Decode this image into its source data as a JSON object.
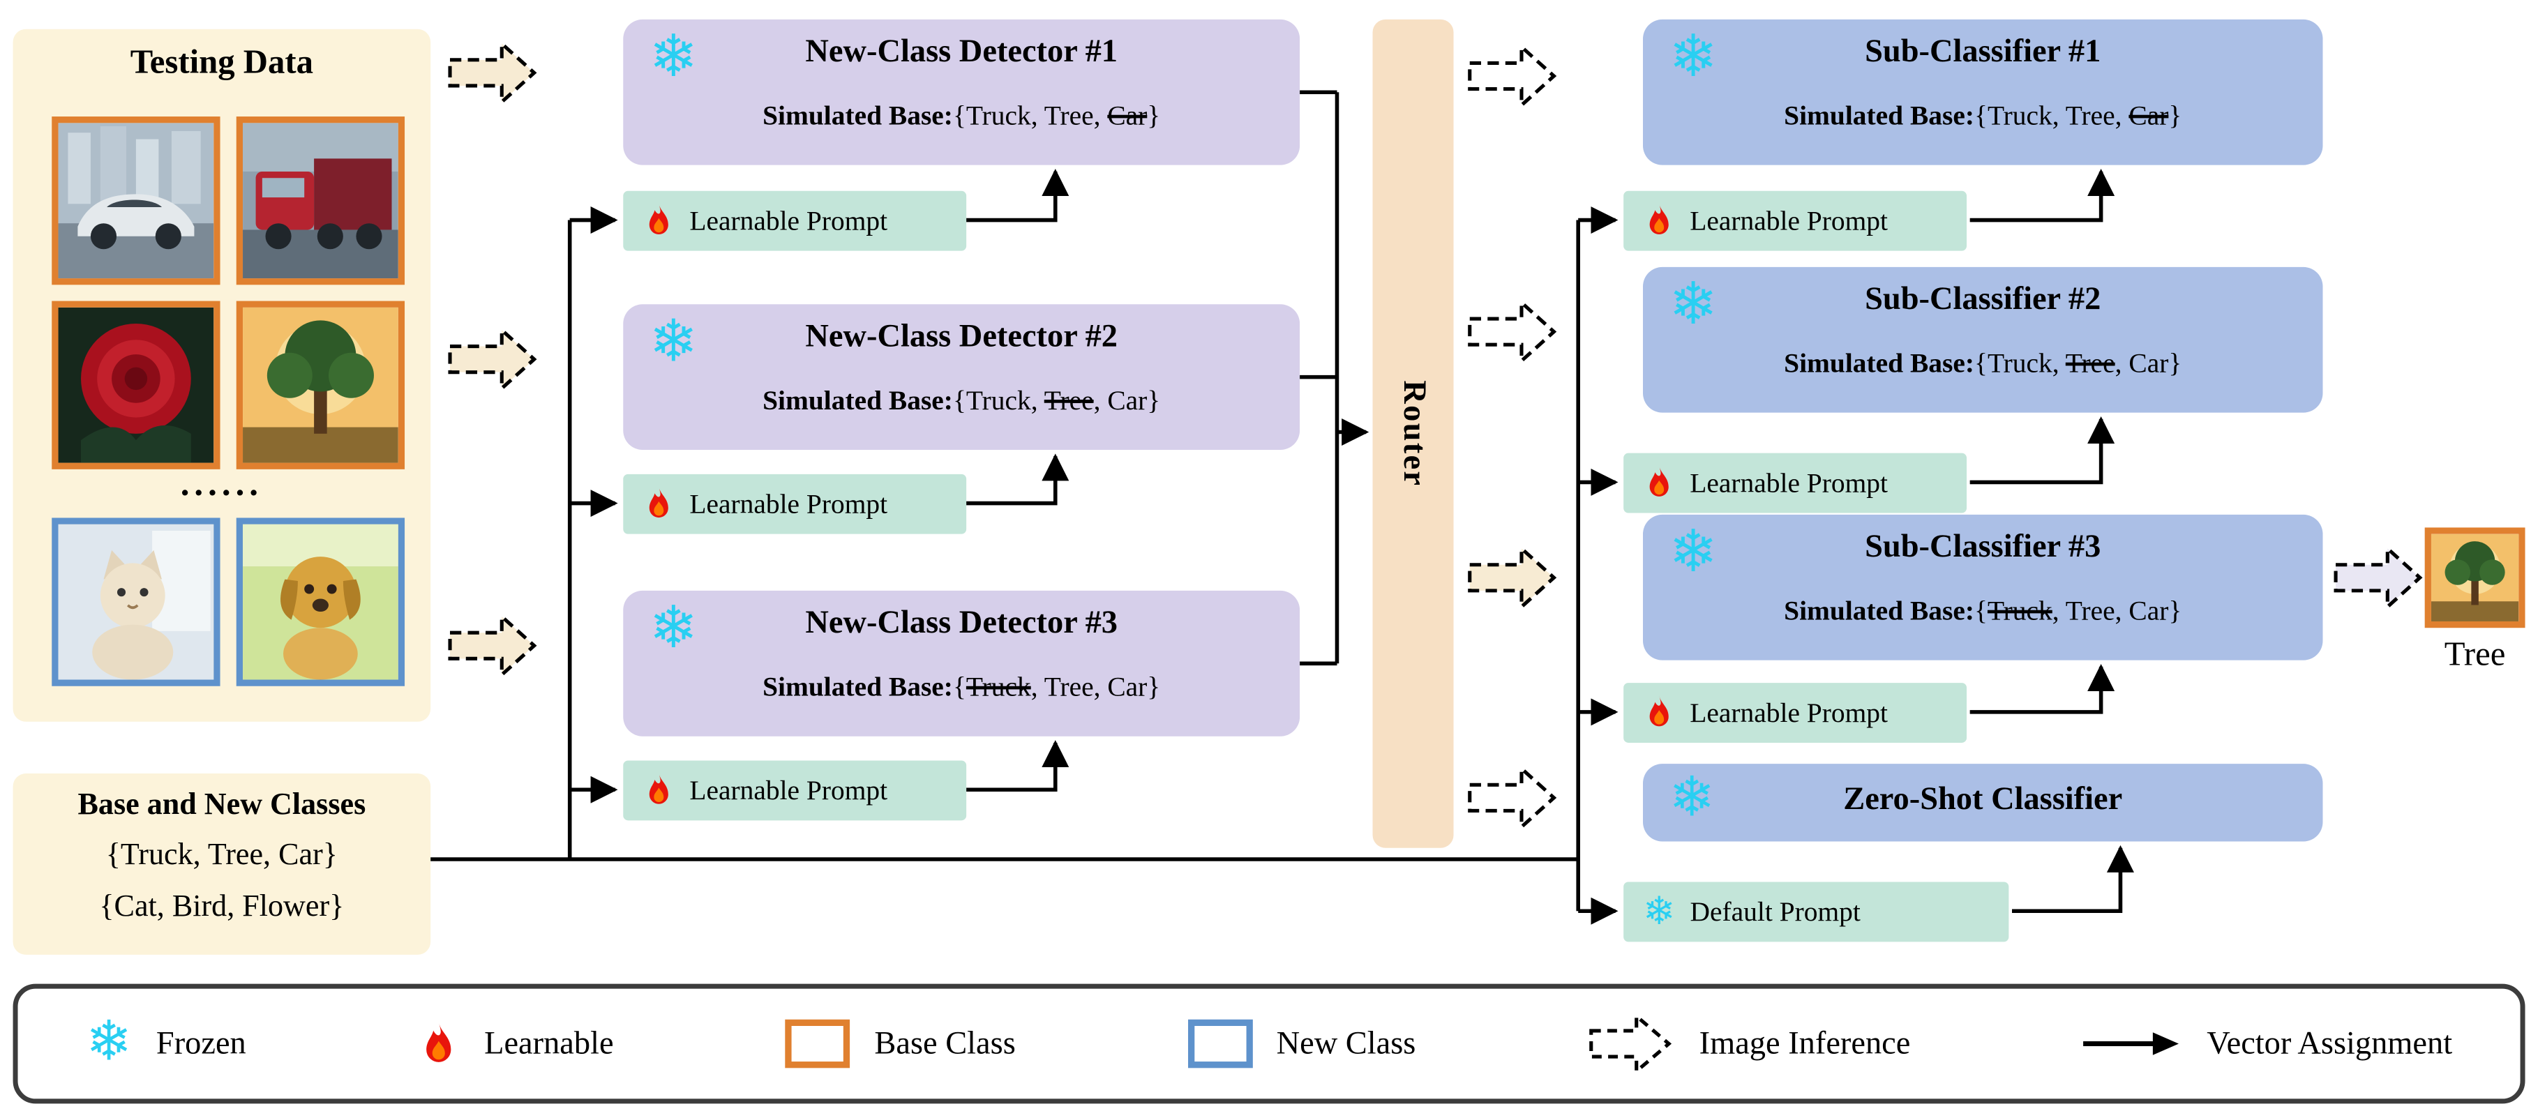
{
  "icons": {
    "frozen_snowflake": "❄"
  },
  "colors": {
    "cream_box": "#FCF3DA",
    "detector_box": "#D6CFEA",
    "prompt_box": "#C3E5D9",
    "router_box": "#F7E0C4",
    "classifier_box": "#ABBFE6",
    "base_class_border": "#E0802F",
    "new_class_border": "#5E92CC",
    "snowflake": "#29CFF2",
    "flame": "#E8150C"
  },
  "testing_data": {
    "title": "Testing Data",
    "dots": "......",
    "images": [
      {
        "name": "car",
        "class_type": "base"
      },
      {
        "name": "truck",
        "class_type": "base"
      },
      {
        "name": "rose",
        "class_type": "base"
      },
      {
        "name": "tree",
        "class_type": "base"
      },
      {
        "name": "cat",
        "class_type": "new"
      },
      {
        "name": "dog",
        "class_type": "new"
      }
    ]
  },
  "classes_box": {
    "title": "Base and New Classes",
    "base_classes": "{Truck, Tree, Car}",
    "new_classes": "{Cat, Bird, Flower}"
  },
  "detectors": [
    {
      "title": "New-Class Detector #1",
      "sim_label": "Simulated Base:",
      "items": [
        "Truck",
        "Tree",
        "Car"
      ],
      "struck": "Car",
      "prompt": "Learnable Prompt"
    },
    {
      "title": "New-Class Detector #2",
      "sim_label": "Simulated Base:",
      "items": [
        "Truck",
        "Tree",
        "Car"
      ],
      "struck": "Tree",
      "prompt": "Learnable Prompt"
    },
    {
      "title": "New-Class Detector #3",
      "sim_label": "Simulated Base:",
      "items": [
        "Truck",
        "Tree",
        "Car"
      ],
      "struck": "Truck",
      "prompt": "Learnable Prompt"
    }
  ],
  "router": {
    "label": "Router"
  },
  "classifiers": [
    {
      "title": "Sub-Classifier #1",
      "sim_label": "Simulated Base:",
      "items": [
        "Truck",
        "Tree",
        "Car"
      ],
      "struck": "Car",
      "prompt": "Learnable Prompt"
    },
    {
      "title": "Sub-Classifier #2",
      "sim_label": "Simulated Base:",
      "items": [
        "Truck",
        "Tree",
        "Car"
      ],
      "struck": "Tree",
      "prompt": "Learnable Prompt"
    },
    {
      "title": "Sub-Classifier #3",
      "sim_label": "Simulated Base:",
      "items": [
        "Truck",
        "Tree",
        "Car"
      ],
      "struck": "Truck",
      "prompt": "Learnable Prompt"
    },
    {
      "title": "Zero-Shot Classifier",
      "prompt": "Default Prompt"
    }
  ],
  "output": {
    "label": "Tree"
  },
  "legend": {
    "items": [
      {
        "icon": "snowflake-icon",
        "label": "Frozen"
      },
      {
        "icon": "flame-icon",
        "label": "Learnable"
      },
      {
        "icon": "base-class-swatch",
        "label": "Base Class"
      },
      {
        "icon": "new-class-swatch",
        "label": "New Class"
      },
      {
        "icon": "dashed-arrow-icon",
        "label": "Image Inference"
      },
      {
        "icon": "solid-arrow-icon",
        "label": "Vector Assignment"
      }
    ]
  }
}
